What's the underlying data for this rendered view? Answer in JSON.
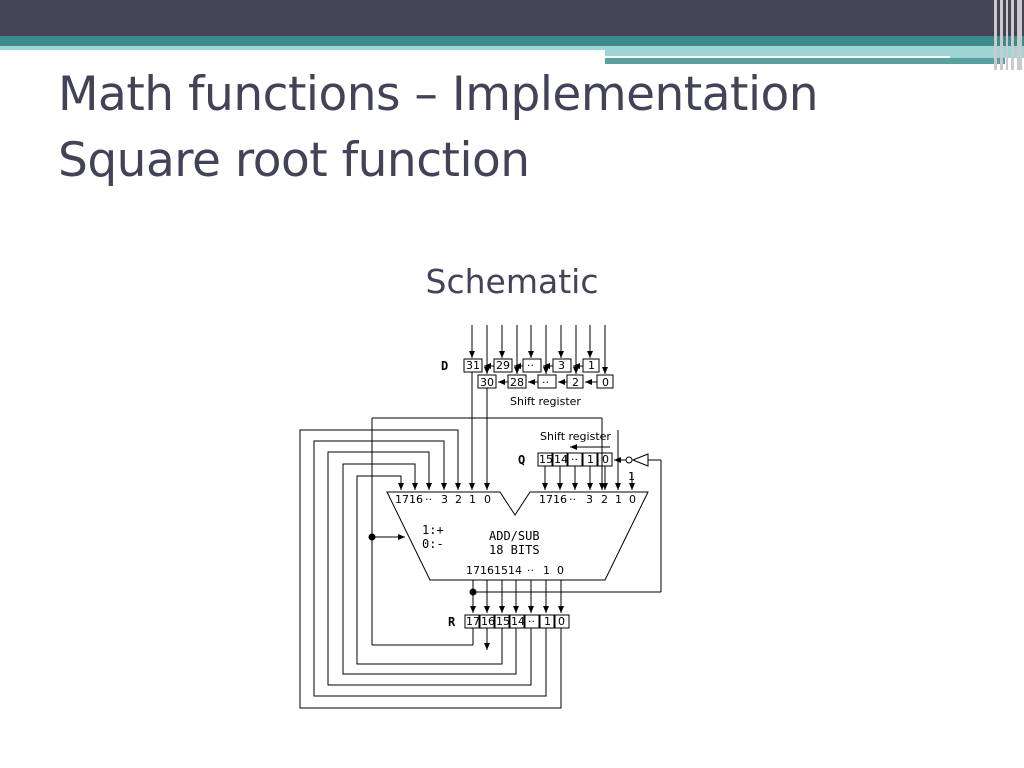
{
  "slide": {
    "title_line1": "Math functions – Implementation",
    "title_line2": "Square root function",
    "subtitle": "Schematic"
  },
  "schematic": {
    "label_D": "D",
    "label_Q": "Q",
    "label_R": "R",
    "d_top_cells": [
      "31",
      "29",
      "··",
      "3",
      "1"
    ],
    "d_bottom_cells": [
      "30",
      "28",
      "··",
      "2",
      "0"
    ],
    "shift_register_label_1": "Shift register",
    "shift_register_label_2": "Shift register",
    "q_cells": [
      "15",
      "14",
      "··",
      "1",
      "0"
    ],
    "const_one": "1",
    "left_input_bits": [
      "17",
      "16",
      "··",
      "3",
      "2",
      "1",
      "0"
    ],
    "right_input_bits": [
      "17",
      "16",
      "··",
      "3",
      "2",
      "1",
      "0"
    ],
    "mode_add": "1:+",
    "mode_sub": "0:-",
    "adder_line1": "ADD/SUB",
    "adder_line2": "18 BITS",
    "output_bits": [
      "17",
      "16",
      "15",
      "14",
      "··",
      "1",
      "0"
    ],
    "r_cells": [
      "17",
      "16",
      "15",
      "14",
      "··",
      "1",
      "0"
    ]
  }
}
